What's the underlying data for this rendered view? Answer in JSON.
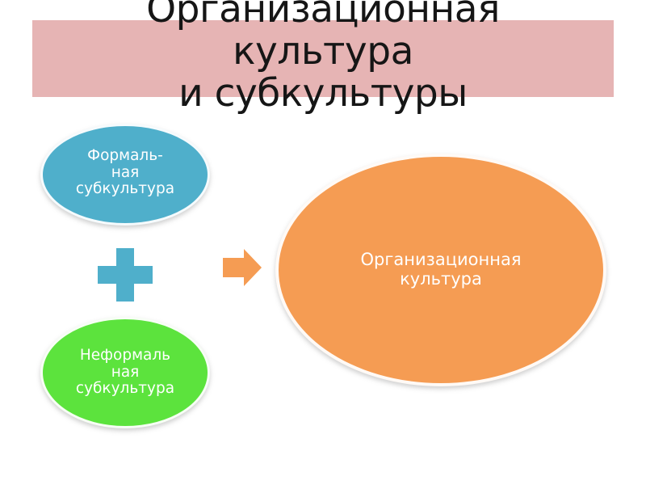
{
  "slide": {
    "background_color": "#ffffff",
    "title": {
      "banner_color": "#e6b4b4",
      "text_color": "#161616",
      "lines": [
        "Организационная",
        "культура",
        "и субкультуры"
      ],
      "full_text": "Организационная культура и субкультуры"
    },
    "diagram": {
      "type": "concept-equation",
      "summary": "Формальная субкультура + Неформальная субкультура → Организационная культура",
      "nodes": [
        {
          "id": "formal-subculture",
          "shape": "ellipse",
          "color": "#4fafcb",
          "text_color": "#ffffff",
          "lines": [
            "Формаль-",
            "ная",
            "субкультура"
          ],
          "full_text": "Формальная субкультура"
        },
        {
          "id": "informal-subculture",
          "shape": "ellipse",
          "color": "#5ce33d",
          "text_color": "#ffffff",
          "lines": [
            "Неформаль",
            "ная",
            "субкультура"
          ],
          "full_text": "Неформальная субкультура"
        },
        {
          "id": "organizational-culture",
          "shape": "ellipse",
          "color": "#f59c53",
          "text_color": "#ffffff",
          "lines": [
            "Организационная",
            "культура"
          ],
          "full_text": "Организационная культура"
        }
      ],
      "operators": [
        {
          "id": "plus",
          "icon": "plus-icon",
          "color": "#4fafcb",
          "meaning": "plus"
        },
        {
          "id": "arrow",
          "icon": "arrow-right-icon",
          "color": "#f59c53",
          "meaning": "results-in"
        }
      ]
    }
  }
}
